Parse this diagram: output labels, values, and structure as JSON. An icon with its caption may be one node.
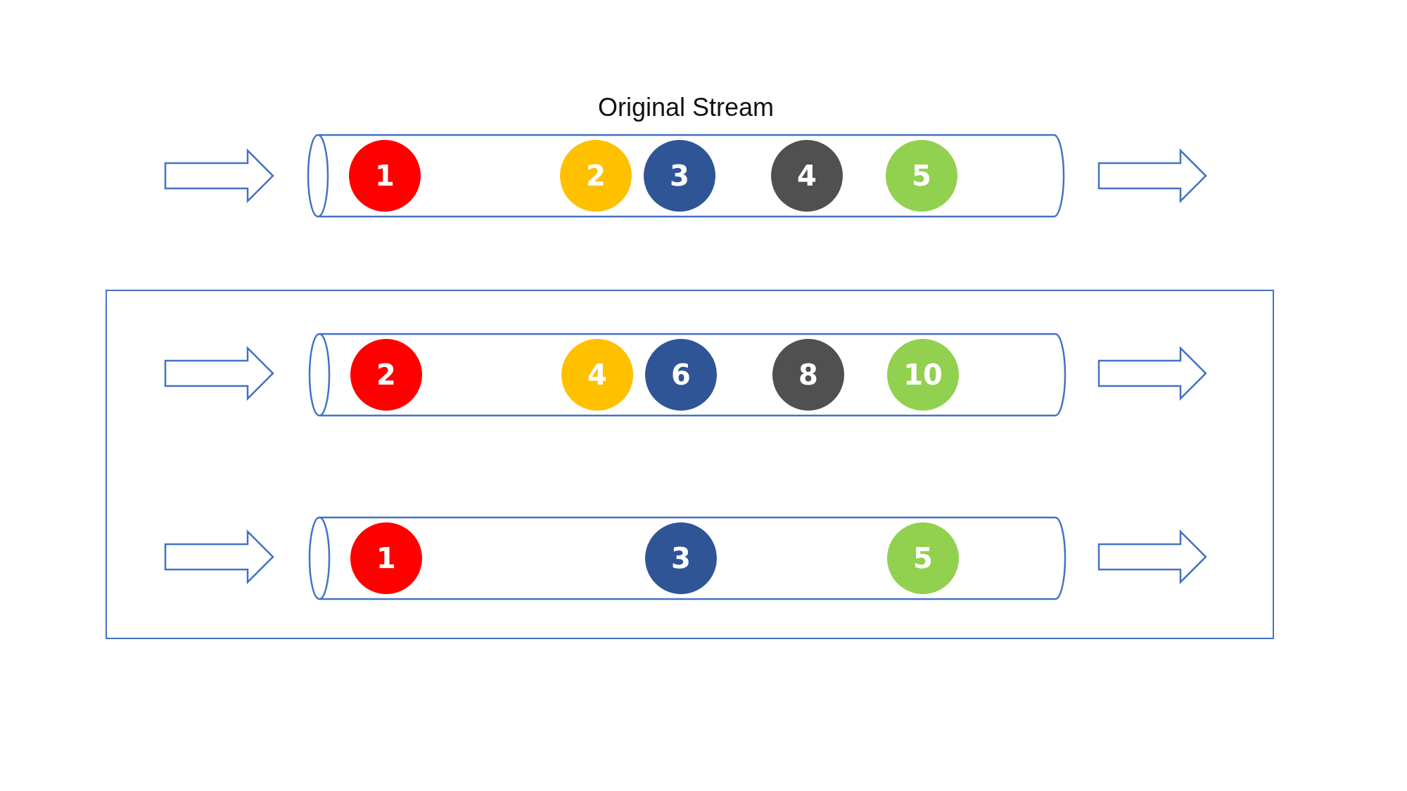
{
  "diagram": {
    "nodes": [
      {
        "text": [
          "Original Stream"
        ]
      },
      {
        "text": [
          "1"
        ],
        "in": 0
      },
      {
        "text": [
          "2"
        ],
        "in": 0
      },
      {
        "text": [
          "3"
        ],
        "in": 0
      },
      {
        "text": [
          "4"
        ],
        "in": 0
      },
      {
        "text": [
          "5"
        ],
        "in": 0
      },
      {
        "text": [],
        "shape": "box"
      },
      {
        "text": [],
        "shape": "cylinder",
        "in": 6
      },
      {
        "text": [
          "2"
        ],
        "in": 7
      },
      {
        "text": [
          "4"
        ],
        "in": 7
      },
      {
        "text": [
          "6"
        ],
        "in": 7
      },
      {
        "text": [
          "8"
        ],
        "in": 7
      },
      {
        "text": [
          "10"
        ],
        "in": 7
      },
      {
        "text": [],
        "shape": "cylinder",
        "in": 6
      },
      {
        "text": [
          "1"
        ],
        "in": 13
      },
      {
        "text": [
          "3"
        ],
        "in": 13
      },
      {
        "text": [
          "5"
        ],
        "in": 13
      }
    ],
    "edges": [
      {
        "from": null,
        "to": 0,
        "arrow": "to"
      },
      {
        "from": 0,
        "to": null,
        "arrow": "to"
      },
      {
        "from": null,
        "to": 7,
        "arrow": "to"
      },
      {
        "from": 7,
        "to": null,
        "arrow": "to"
      },
      {
        "from": null,
        "to": 13,
        "arrow": "to"
      },
      {
        "from": 13,
        "to": null,
        "arrow": "to"
      }
    ]
  }
}
